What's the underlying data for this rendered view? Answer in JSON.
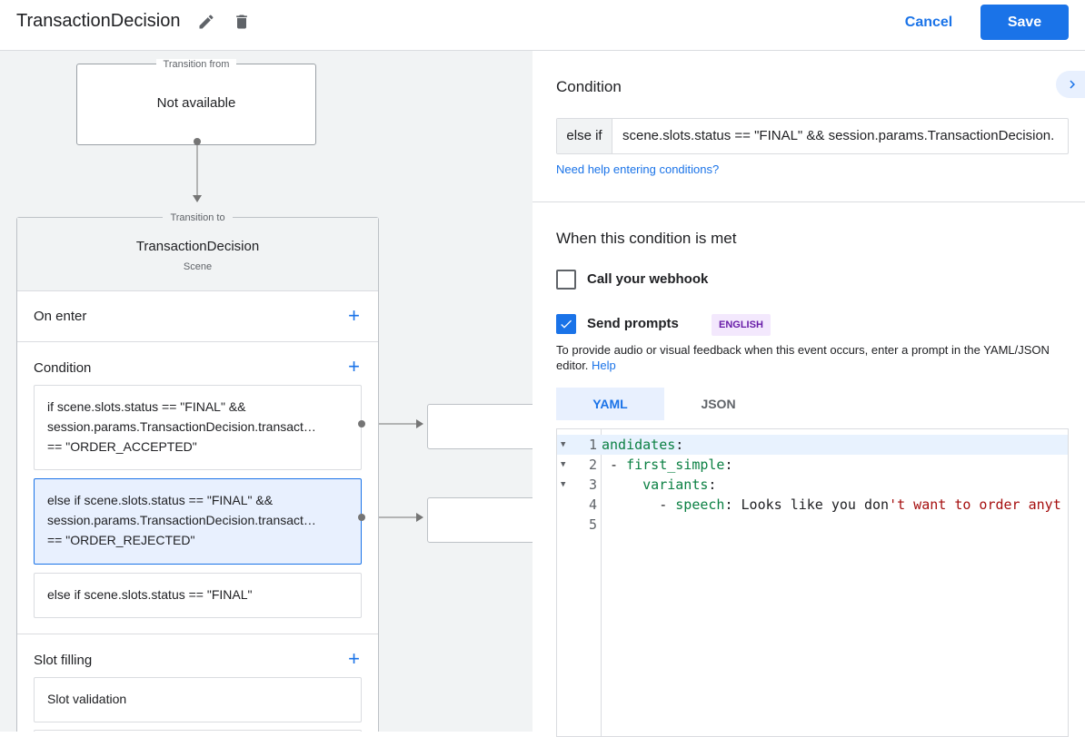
{
  "header": {
    "title": "TransactionDecision",
    "cancel_label": "Cancel",
    "save_label": "Save"
  },
  "canvas": {
    "transition_from": {
      "caption": "Transition from",
      "value": "Not available"
    },
    "transition_to": {
      "caption": "Transition to",
      "scene_name": "TransactionDecision",
      "scene_type": "Scene"
    },
    "sections": {
      "on_enter": "On enter",
      "condition": "Condition",
      "slot_filling": "Slot filling",
      "slot_validation": "Slot validation"
    },
    "conditions": [
      {
        "line1": "if scene.slots.status == \"FINAL\" &&",
        "line2": "session.params.TransactionDecision.transact…",
        "line3": "== \"ORDER_ACCEPTED\""
      },
      {
        "line1": "else if scene.slots.status == \"FINAL\" &&",
        "line2": "session.params.TransactionDecision.transact…",
        "line3": "== \"ORDER_REJECTED\""
      },
      {
        "line1": "else if scene.slots.status == \"FINAL\""
      }
    ]
  },
  "panel": {
    "title": "Condition",
    "condition_prefix": "else if",
    "condition_value": "scene.slots.status == \"FINAL\" && session.params.TransactionDecision.",
    "help_link": "Need help entering conditions?",
    "met_title": "When this condition is met",
    "webhook_label": "Call your webhook",
    "webhook_checked": false,
    "prompts_label": "Send prompts",
    "prompts_checked": true,
    "badge": "ENGLISH",
    "description": "To provide audio or visual feedback when this event occurs, enter a prompt in the YAML/JSON editor.",
    "description_link": "Help",
    "tabs": [
      "YAML",
      "JSON"
    ],
    "active_tab": "YAML",
    "editor": {
      "line_numbers": [
        "1",
        "2",
        "3",
        "4",
        "5"
      ],
      "lines": [
        {
          "key": "andidates",
          "punct": ":"
        },
        {
          "prefix": " - ",
          "key": "first_simple",
          "punct": ":"
        },
        {
          "prefix": "     ",
          "key": "variants",
          "punct": ":"
        },
        {
          "prefix": "       - ",
          "key": "speech",
          "punct": ": ",
          "plain": "Looks like you don",
          "string": "'t want to order anyt"
        },
        {}
      ]
    }
  },
  "colors": {
    "accent": "#1a73e8",
    "selected_bg": "#e8f0fe",
    "badge_bg": "#f3e8fd",
    "badge_text": "#681da8",
    "yaml_key": "#0b8043",
    "yaml_string": "#a50e0e"
  },
  "icons": {
    "edit": "edit-icon",
    "delete": "delete-icon",
    "collapse": "chevron-right-icon",
    "add": "add-icon",
    "fold": "fold-arrow-icon",
    "check": "check-icon"
  }
}
